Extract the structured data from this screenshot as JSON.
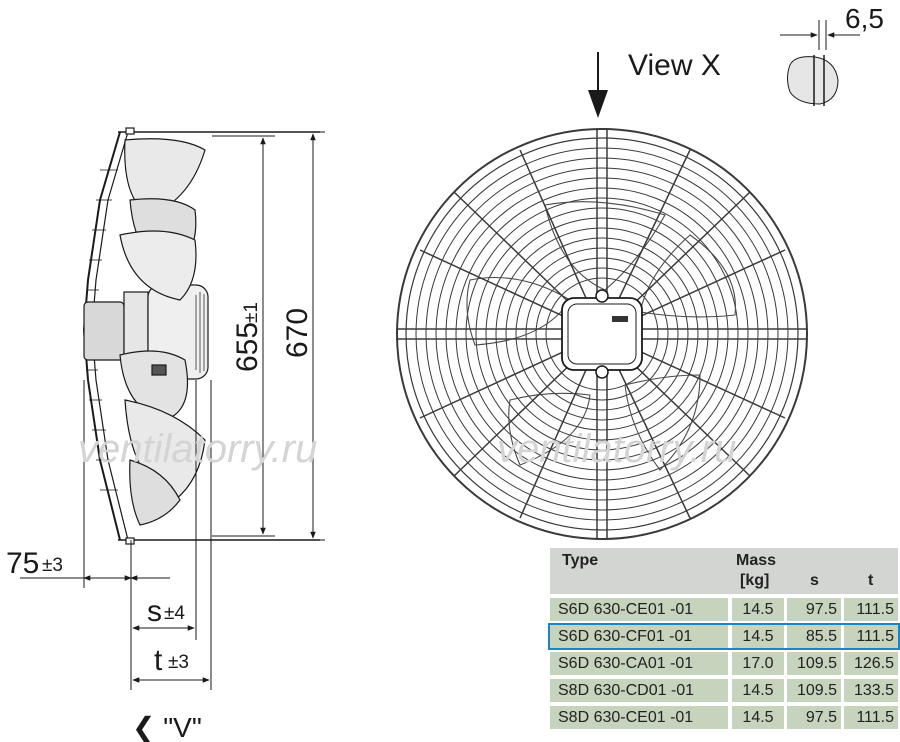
{
  "view_label": "View X",
  "detail_dim": "6,5",
  "side_view": {
    "dim_655": "655",
    "dim_655_tol": "±1",
    "dim_670": "670",
    "dim_75": "75",
    "dim_75_tol": "±3",
    "dim_s": "s",
    "dim_s_tol": "±4",
    "dim_t": "t",
    "dim_t_tol": "±3",
    "view_v": "❮ \"V\""
  },
  "watermark": [
    "ventilatorry.ru",
    "ventilatorry.ru"
  ],
  "table": {
    "headers": {
      "type": "Type",
      "mass_1": "Mass",
      "mass_2": "[kg]",
      "s": "s",
      "t": "t"
    },
    "rows": [
      {
        "type": "S6D 630-CE01  -01",
        "mass": "14.5",
        "s": "97.5",
        "t": "111.5",
        "selected": false
      },
      {
        "type": "S6D 630-CF01  -01",
        "mass": "14.5",
        "s": "85.5",
        "t": "111.5",
        "selected": true
      },
      {
        "type": "S6D 630-CA01  -01",
        "mass": "17.0",
        "s": "109.5",
        "t": "126.5",
        "selected": false
      },
      {
        "type": "S8D 630-CD01  -01",
        "mass": "14.5",
        "s": "109.5",
        "t": "133.5",
        "selected": false
      },
      {
        "type": "S8D 630-CE01  -01",
        "mass": "14.5",
        "s": "97.5",
        "t": "111.5",
        "selected": false
      }
    ]
  },
  "colors": {
    "row_fill": "#c6d4be",
    "header_fill": "#d3d5d3",
    "selected_outline": "#1a86c8",
    "line": "#1a1a1a"
  }
}
